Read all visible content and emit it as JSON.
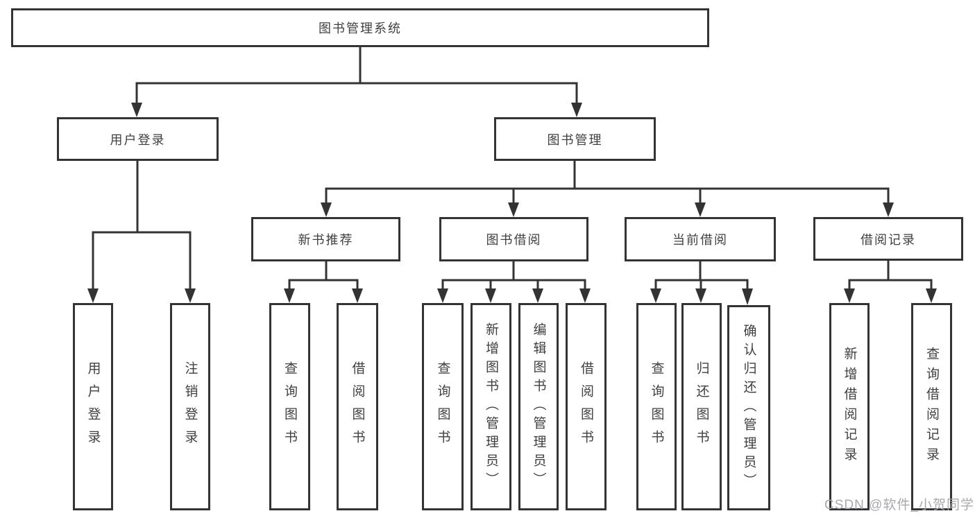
{
  "diagram": {
    "root": {
      "label": "图书管理系统",
      "children": [
        {
          "label": "用户登录",
          "children": [
            {
              "label": "用户登录"
            },
            {
              "label": "注销登录"
            }
          ]
        },
        {
          "label": "图书管理",
          "children": [
            {
              "label": "新书推荐",
              "children": [
                {
                  "label": "查询图书"
                },
                {
                  "label": "借阅图书"
                }
              ]
            },
            {
              "label": "图书借阅",
              "children": [
                {
                  "label": "查询图书"
                },
                {
                  "label": "新增图书（管理员）"
                },
                {
                  "label": "编辑图书（管理员）"
                },
                {
                  "label": "借阅图书"
                }
              ]
            },
            {
              "label": "当前借阅",
              "children": [
                {
                  "label": "查询图书"
                },
                {
                  "label": "归还图书"
                },
                {
                  "label": "确认归还（管理员）"
                }
              ]
            },
            {
              "label": "借阅记录",
              "children": [
                {
                  "label": "新增借阅记录"
                },
                {
                  "label": "查询借阅记录"
                }
              ]
            }
          ]
        }
      ]
    },
    "watermark": "CSDN @软件_小贺同学",
    "colors": {
      "line": "#333333",
      "box_border": "#333333",
      "text": "#404040",
      "watermark": "#a4a4aa",
      "background": "#ffffff"
    }
  }
}
